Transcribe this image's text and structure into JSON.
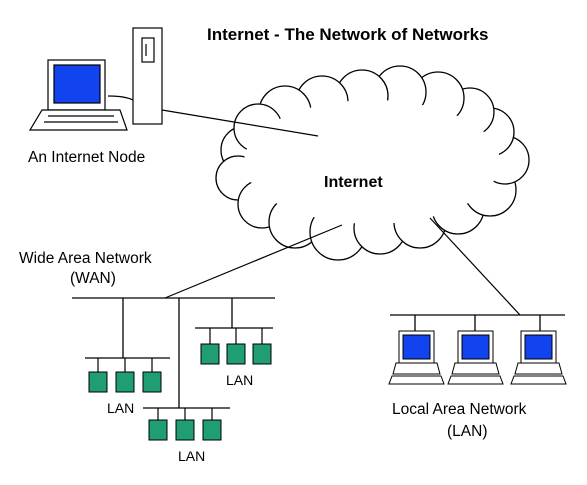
{
  "title": "Internet - The Network of Networks",
  "cloud_label": "Internet",
  "node_label": "An Internet Node",
  "wan_label_line1": "Wide Area Network",
  "wan_label_line2": "(WAN)",
  "lan_label": "LAN",
  "local_label_line1": "Local Area Network",
  "local_label_line2": "(LAN)",
  "colors": {
    "screen": "#1144ee",
    "lan_node": "#1f9d73",
    "cloud_fill": "#ffffff",
    "line": "#000000"
  }
}
